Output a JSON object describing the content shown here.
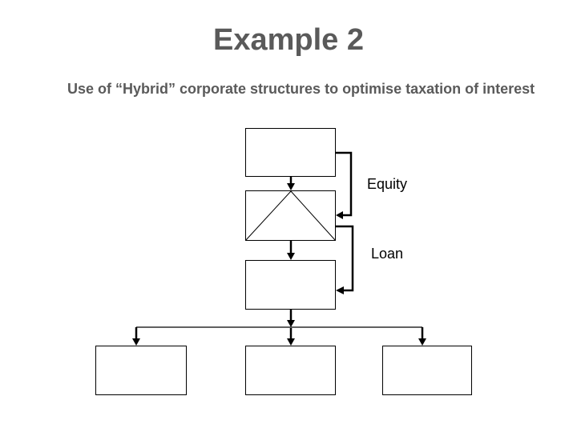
{
  "slide": {
    "title": "Example 2",
    "subtitle": "Use of “Hybrid” corporate structures to optimise taxation of interest"
  },
  "diagram": {
    "equity_label": "Equity",
    "loan_label": "Loan",
    "box_count": 6
  },
  "colors": {
    "heading_text": "#5a5a5a",
    "diagram_line": "#000000",
    "background": "#ffffff"
  }
}
